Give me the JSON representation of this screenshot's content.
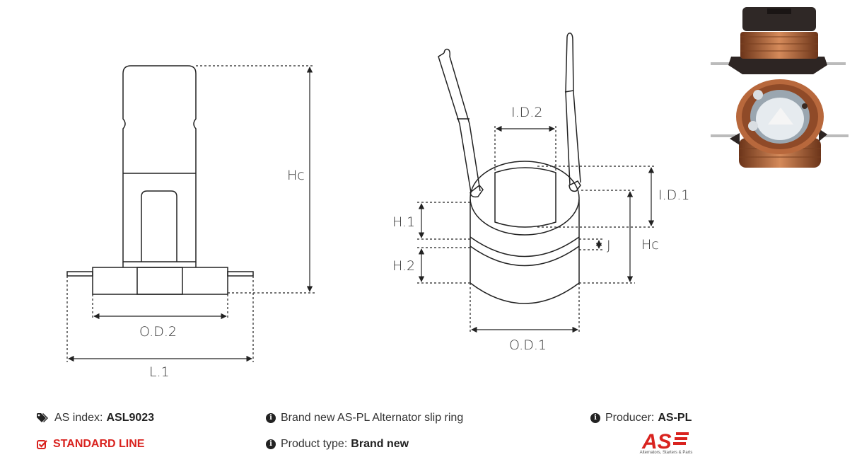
{
  "diagram_left": {
    "labels": {
      "height": "Hc",
      "outer_diameter": "O.D.2",
      "length": "L.1"
    }
  },
  "diagram_right": {
    "labels": {
      "inner_diameter_top": "I.D.2",
      "inner_diameter_side": "I.D.1",
      "height": "Hc",
      "ring_height_1": "H.1",
      "ring_height_2": "H.2",
      "gap": "J",
      "outer_diameter": "O.D.1"
    }
  },
  "info": {
    "index_label": "AS index:",
    "index_value": "ASL9023",
    "line_label": "STANDARD LINE",
    "description": "Brand new AS-PL Alternator slip ring",
    "type_label": "Product type:",
    "type_value": "Brand new",
    "producer_label": "Producer:",
    "producer_value": "AS-PL"
  },
  "logo": {
    "mark": "AS",
    "tagline": "Alternators, Starters & Parts"
  },
  "colors": {
    "accent_red": "#d9231f",
    "copper": "#b5653a",
    "line": "#222222"
  },
  "icons": {
    "tags": "tags-icon",
    "check": "check-square-icon",
    "info": "info-circle-icon"
  }
}
